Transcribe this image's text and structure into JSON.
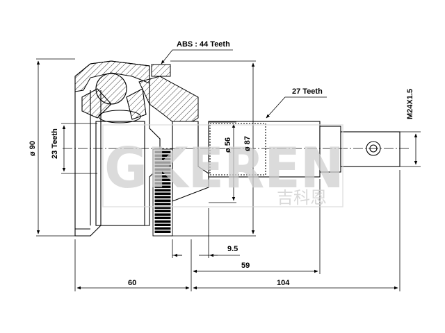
{
  "diagram": {
    "callouts": {
      "abs_teeth": "ABS : 44 Teeth",
      "spline_teeth_outer": "27 Teeth",
      "spline_teeth_inner": "23 Teeth"
    },
    "dimensions": {
      "dia_90": "ø 90",
      "dia_56": "ø 56",
      "dia_87": "ø 87",
      "thread": "M24X1.5",
      "len_9_5": "9.5",
      "len_59": "59",
      "len_60": "60",
      "len_104": "104"
    },
    "watermark": {
      "brand": "GKEREN",
      "brand_cn": "吉科恩"
    },
    "colors": {
      "line": "#000000",
      "watermark": "#cfcfcf"
    }
  }
}
